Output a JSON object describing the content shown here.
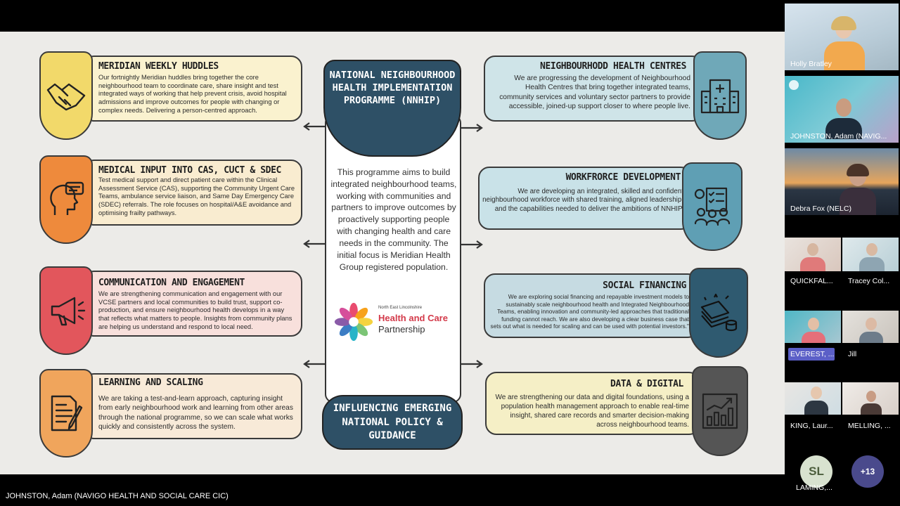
{
  "slide": {
    "center_title": "NATIONAL NEIGHBOURHOOD HEALTH IMPLEMENTATION PROGRAMME (NNHIP)",
    "center_body": "This programme aims to build integrated neighbourhood teams, working with communities and partners to improve outcomes by proactively supporting people with changing health and care needs in the community. The initial focus is Meridian Health Group registered population.",
    "partner": {
      "line1": "North East Lincolnshire",
      "line2": "Health and Care",
      "line3": "Partnership"
    },
    "influence": "INFLUENCING EMERGING NATIONAL POLICY & GUIDANCE",
    "left_panels": [
      {
        "title": "MERIDIAN WEEKLY HUDDLES",
        "body": "Our fortnightly Meridian huddles bring together the core neighbourhood team to coordinate care, share insight and test integrated ways of working that help prevent crisis, avoid hospital admissions and improve outcomes for people with changing or complex needs.  Delivering a person-centred approach.",
        "icon": "handshake-icon",
        "color": "#f2d96a",
        "panel_color": "#faf2cf"
      },
      {
        "title": "MEDICAL INPUT INTO CAS, CUCT & SDEC",
        "body": "Test medical support and direct patient care within the Clinical Assessment Service (CAS), supporting the Community Urgent Care Teams, ambulance service liaison, and Same Day Emergency Care (SDEC) referrals. The role focuses on hospital/A&E avoidance and optimising frailty pathways.",
        "icon": "head-speech-icon",
        "color": "#ee8a3c",
        "panel_color": "#f9ecd0"
      },
      {
        "title": "COMMUNICATION AND ENGAGEMENT",
        "body": "We are strengthening communication and engagement with our VCSE partners and local communities to build trust, support co-production, and ensure neighbourhood health develops in a way that reflects what matters to people. Insights from community plans are helping us understand and respond to local need.",
        "icon": "megaphone-icon",
        "color": "#e2565c",
        "panel_color": "#f8e0dc"
      },
      {
        "title": "LEARNING AND SCALING",
        "body": "We are taking a test-and-learn approach, capturing insight from early neighbourhood work and learning from other areas through the national programme, so we can scale what works quickly and consistently across the system.",
        "icon": "document-pen-icon",
        "color": "#f0a55c",
        "panel_color": "#f8ead8"
      }
    ],
    "right_panels": [
      {
        "title": "NEIGHBOURHODD HEALTH CENTRES",
        "body": "We are progressing the development of Neighbourhood Health Centres that bring together integrated teams, community services and voluntary sector partners to provide accessible, joined-up support closer to where people live.",
        "icon": "hospital-building-icon",
        "color": "#6fa8b8",
        "panel_color": "#cfe4e8"
      },
      {
        "title": "WORKFRORCE DEVELOPMENT",
        "body": "We are developing an integrated, skilled and confident neighbourhood workforce with shared training, aligned leadership, and the capabilities needed to deliver the ambitions of NNHIP.",
        "icon": "team-checklist-icon",
        "color": "#5f9fb4",
        "panel_color": "#c9e2e8"
      },
      {
        "title": "SOCIAL FINANCING",
        "body": "We are exploring social financing and repayable investment models to sustainably scale neighbourhood health and Integrated Neighbourhood Teams, enabling innovation and community-led approaches that traditional funding cannot reach. We are also developing a clear business case that sets out what is needed for scaling and can be used with potential investors.\"",
        "icon": "money-stack-icon",
        "color": "#2f5a70",
        "panel_color": "#c6dbe2"
      },
      {
        "title": "DATA & DIGITAL",
        "body": "We are strengthening our data and digital foundations, using a population health management approach to enable real-time insight, shared care records and smarter decision-making across neighbourhood teams.",
        "icon": "bar-chart-icon",
        "color": "#555555",
        "panel_color": "#f5efc6"
      }
    ]
  },
  "participants": [
    {
      "name": "Holly Bratley"
    },
    {
      "name": "JOHNSTON, Adam (NAVIG..."
    },
    {
      "name": "Debra Fox (NELC)"
    },
    {
      "name": "QUICKFAL..."
    },
    {
      "name": "Tracey Col..."
    },
    {
      "name": "EVEREST, ..."
    },
    {
      "name": "Jill"
    },
    {
      "name": "KING, Laur..."
    },
    {
      "name": "MELLING, ..."
    },
    {
      "name": "LAMING,..."
    }
  ],
  "avatar_initials": "SL",
  "more_count": "+13",
  "presenter_name": "JOHNSTON, Adam (NAVIGO HEALTH AND SOCIAL CARE CIC)"
}
